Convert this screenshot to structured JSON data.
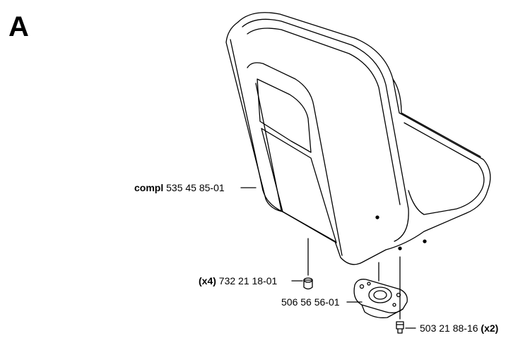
{
  "section_letter": "A",
  "callouts": {
    "seat": {
      "prefix": "compl",
      "part_number": "535 45 85-01"
    },
    "nut": {
      "quantity": "(x4)",
      "part_number": "732 21 18-01"
    },
    "bracket": {
      "part_number": "506 56 56-01"
    },
    "screw": {
      "part_number": "503 21 88-16",
      "quantity": "(x2)"
    }
  }
}
